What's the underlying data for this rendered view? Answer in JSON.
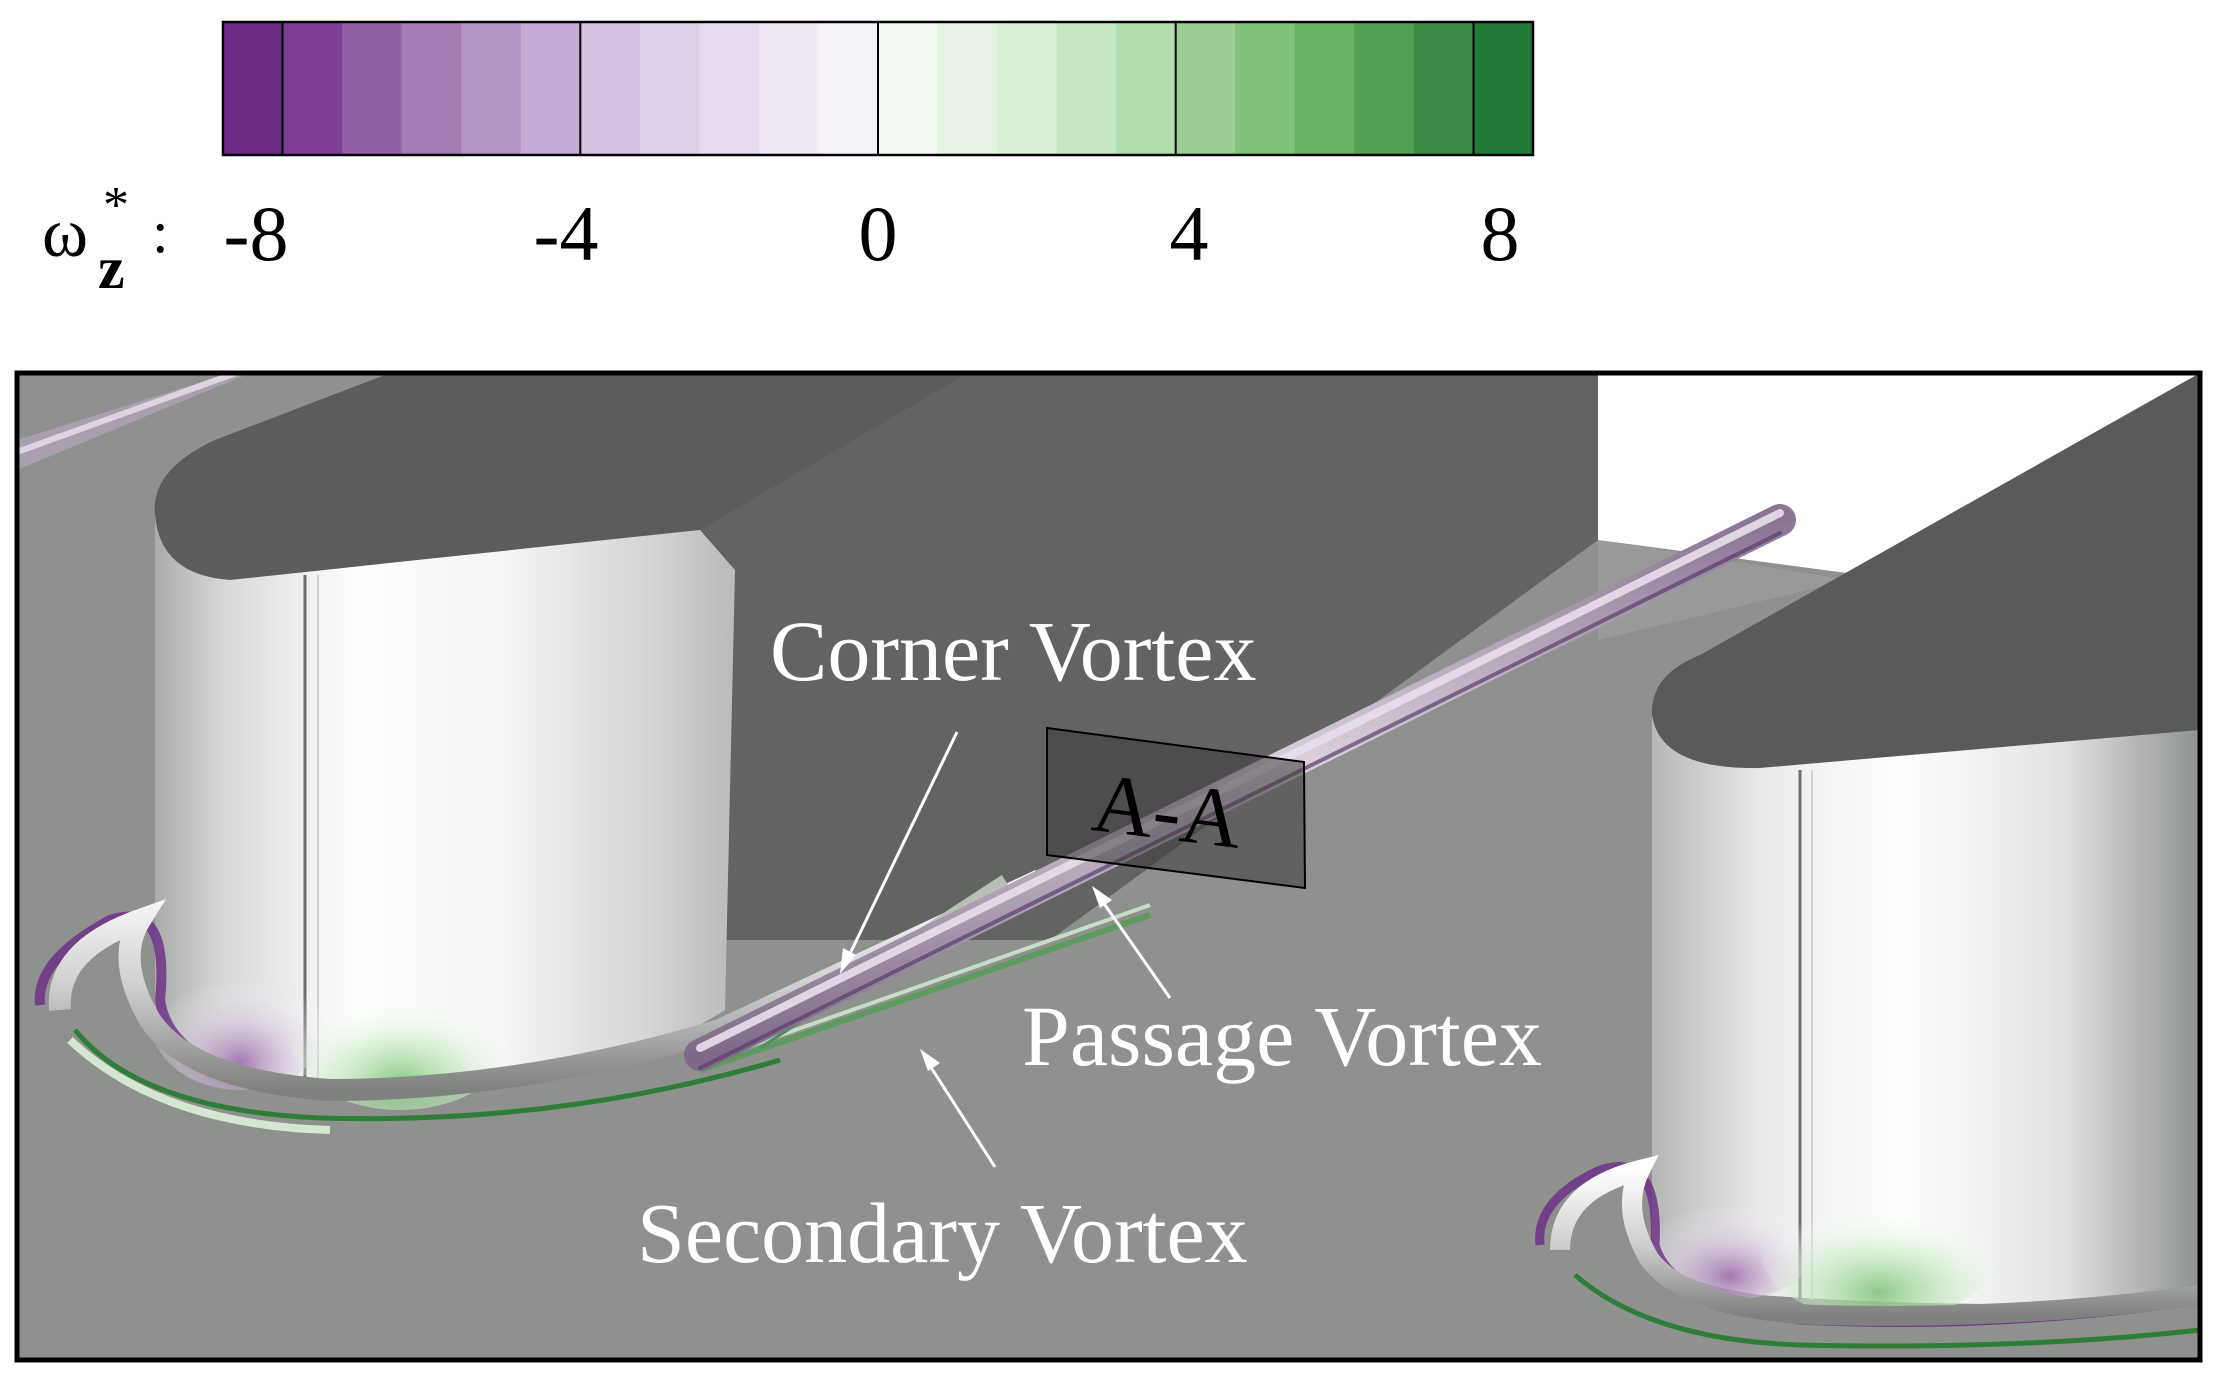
{
  "colorbar": {
    "variable_symbol": "ω",
    "variable_superscript": "*",
    "variable_subscript": "z",
    "separator": ":",
    "ticks": [
      "-8",
      "-4",
      "0",
      "4",
      "8"
    ],
    "range": [
      -8.8,
      8.8
    ],
    "tick_values": [
      -8,
      -4,
      0,
      4,
      8
    ],
    "colors": [
      "#6a2a86",
      "#7e3d96",
      "#9360a8",
      "#a37bb7",
      "#b395c5",
      "#c4acd4",
      "#d3c1e0",
      "#ded0e8",
      "#e7dcef",
      "#efe8f4",
      "#f6f3f8",
      "#f3f7f2",
      "#e6f3e4",
      "#d9efd6",
      "#c7e7c3",
      "#b3dcae",
      "#99cf93",
      "#80c27a",
      "#67b263",
      "#52a152",
      "#3a8c44",
      "#227a35"
    ]
  },
  "labels": {
    "corner": "Corner Vortex",
    "passage": "Passage Vortex",
    "secondary": "Secondary Vortex",
    "section": "A-A"
  }
}
